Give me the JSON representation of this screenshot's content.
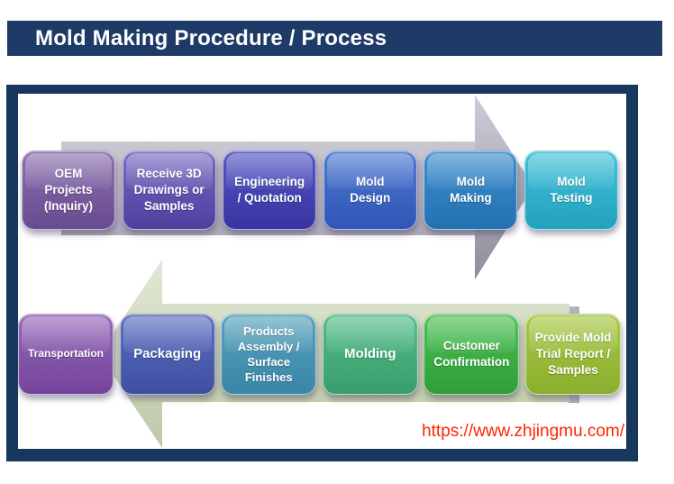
{
  "page": {
    "title": "Mold Making Procedure / Process",
    "url": "https://www.zhjingmu.com/"
  },
  "colors": {
    "title_bar": "#1e3a67",
    "title_text": "#ffffff",
    "frame_border": "#17375e",
    "url_red": "#ff2400",
    "gray_band_top": "#cac7d3",
    "gray_band_bottom": "#aeaaba",
    "gray_head_top": "#cfccd8",
    "gray_head_bottom": "#908c9c",
    "green_band_top": "#d9e1cb",
    "green_band_bottom": "#c4cfae",
    "green_head_top": "#e1e8d5",
    "green_head_bottom": "#bdc8a8",
    "band_end_shadow": "#b5b2bc"
  },
  "top_row": {
    "arrow_direction": "right",
    "steps": [
      {
        "label": "OEM Projects (Inquiry)",
        "color_top": "#8a6fae",
        "color_bottom": "#684b90"
      },
      {
        "label": "Receive 3D Drawings or Samples",
        "color_top": "#7668c0",
        "color_bottom": "#4f3fa0"
      },
      {
        "label": "Engineering / Quotation",
        "color_top": "#5054c2",
        "color_bottom": "#3835a2"
      },
      {
        "label": "Mold Design",
        "color_top": "#4a77d0",
        "color_bottom": "#3156b6"
      },
      {
        "label": "Mold Making",
        "color_top": "#3b8ccc",
        "color_bottom": "#2471b2"
      },
      {
        "label": "Mold Testing",
        "color_top": "#3fc0d8",
        "color_bottom": "#23a2be"
      }
    ]
  },
  "bottom_row": {
    "arrow_direction": "left",
    "steps": [
      {
        "label": "Transportation",
        "color_top": "#9467b8",
        "color_bottom": "#74459a"
      },
      {
        "label": "Packaging",
        "color_top": "#5a6ec2",
        "color_bottom": "#3f4fa0"
      },
      {
        "label": "Products Assembly / Surface Finishes",
        "color_top": "#55a0bc",
        "color_bottom": "#3a86a6"
      },
      {
        "label": "Molding",
        "color_top": "#52bb88",
        "color_bottom": "#389e6c"
      },
      {
        "label": "Customer Confirmation",
        "color_top": "#4cc052",
        "color_bottom": "#2f9e3a"
      },
      {
        "label": "Provide Mold Trial Report / Samples",
        "color_top": "#a8c843",
        "color_bottom": "#8aae2e"
      }
    ]
  }
}
